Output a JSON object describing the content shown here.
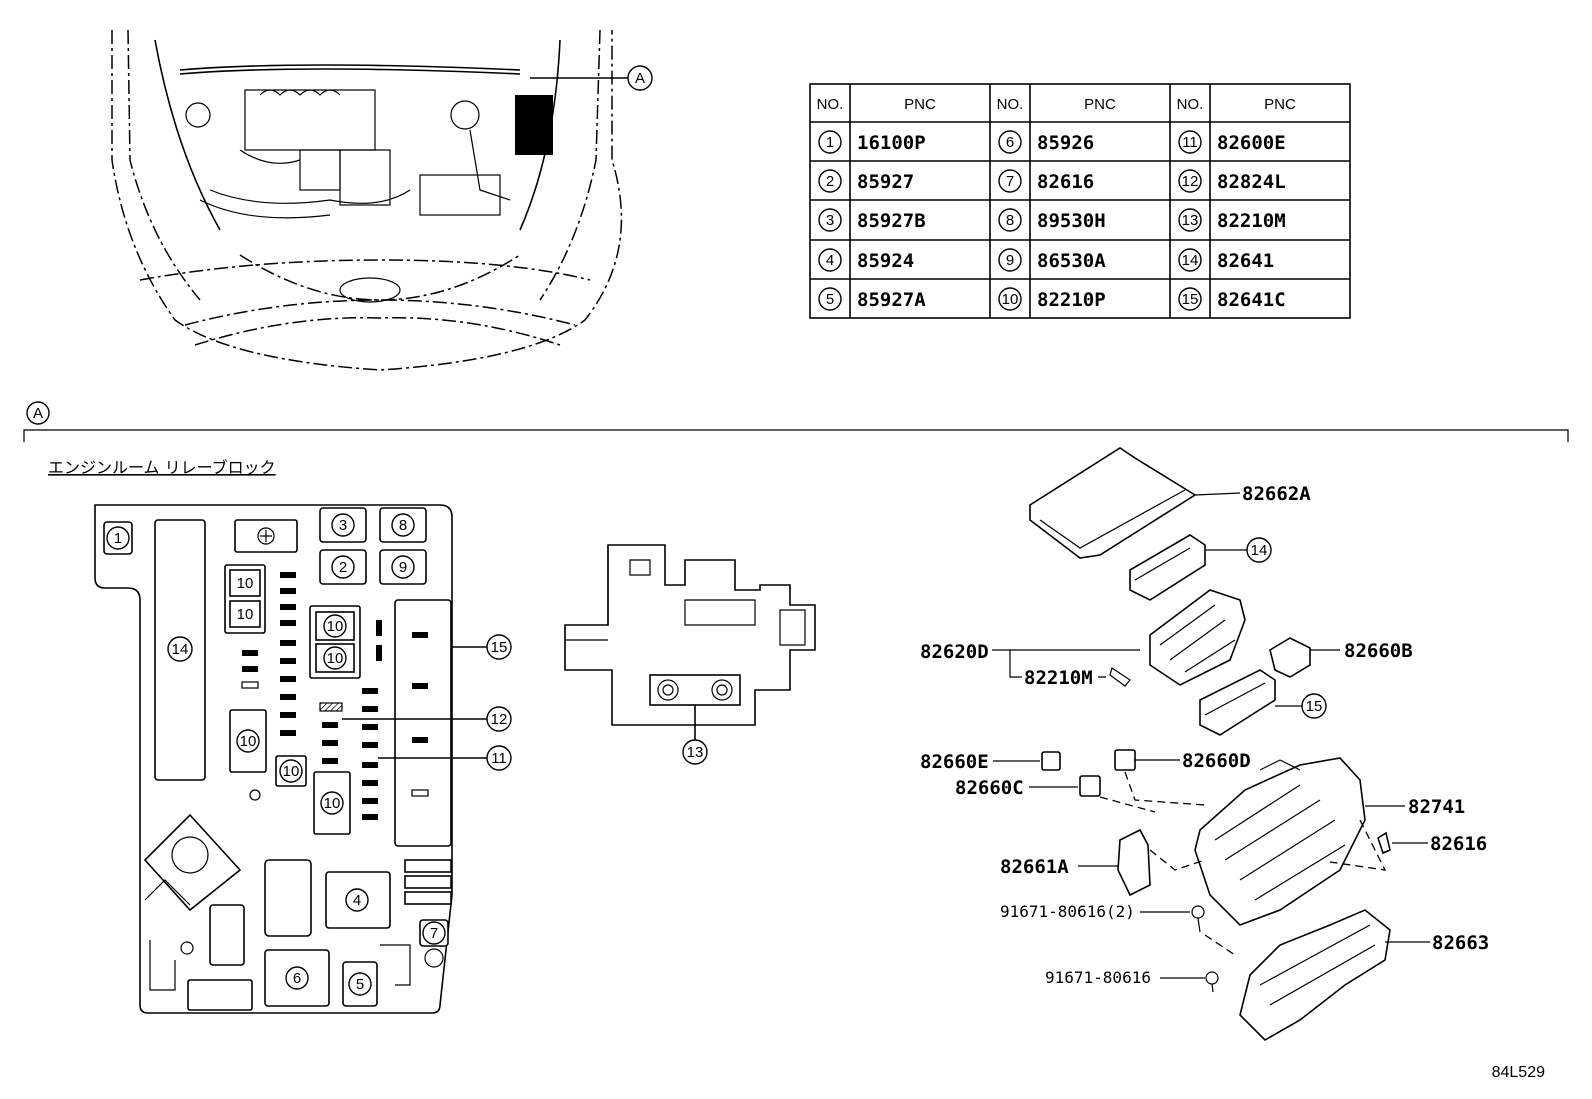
{
  "view_marker": "A",
  "table": {
    "headers": {
      "no": "NO.",
      "pnc": "PNC"
    },
    "rows": [
      [
        {
          "no": "1",
          "pnc": "16100P"
        },
        {
          "no": "6",
          "pnc": "85926"
        },
        {
          "no": "11",
          "pnc": "82600E"
        }
      ],
      [
        {
          "no": "2",
          "pnc": "85927"
        },
        {
          "no": "7",
          "pnc": "82616"
        },
        {
          "no": "12",
          "pnc": "82824L"
        }
      ],
      [
        {
          "no": "3",
          "pnc": "85927B"
        },
        {
          "no": "8",
          "pnc": "89530H"
        },
        {
          "no": "13",
          "pnc": "82210M"
        }
      ],
      [
        {
          "no": "4",
          "pnc": "85924"
        },
        {
          "no": "9",
          "pnc": "86530A"
        },
        {
          "no": "14",
          "pnc": "82641"
        }
      ],
      [
        {
          "no": "5",
          "pnc": "85927A"
        },
        {
          "no": "10",
          "pnc": "82210P"
        },
        {
          "no": "15",
          "pnc": "82641C"
        }
      ]
    ]
  },
  "section_title": "エンジンルーム リレーブロック",
  "callouts": {
    "c1": "1",
    "c2": "2",
    "c3": "3",
    "c4": "4",
    "c5": "5",
    "c6": "6",
    "c7": "7",
    "c8": "8",
    "c9": "9",
    "c10": "10",
    "c11": "11",
    "c12": "12",
    "c13": "13",
    "c14": "14",
    "c15": "15"
  },
  "part_labels": {
    "p82662A": "82662A",
    "p82620D": "82620D",
    "p82210M": "82210M",
    "p82660B": "82660B",
    "p82660E": "82660E",
    "p82660D": "82660D",
    "p82660C": "82660C",
    "p82741": "82741",
    "p82616": "82616",
    "p82661A": "82661A",
    "p91671_2": "91671-80616(2)",
    "p82663": "82663",
    "p91671": "91671-80616"
  },
  "figure_code": "84L529"
}
